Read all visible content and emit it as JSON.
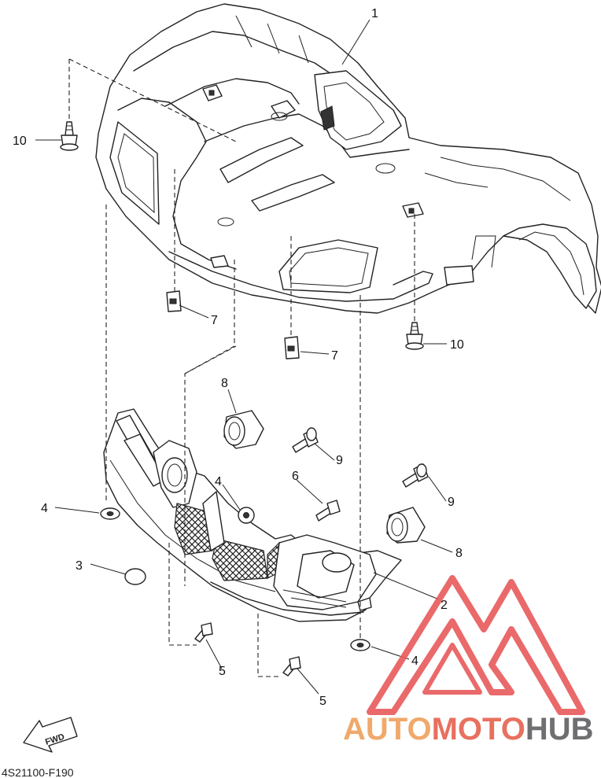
{
  "callouts": [
    "1",
    "2",
    "3",
    "4",
    "4",
    "4",
    "5",
    "5",
    "6",
    "7",
    "7",
    "8",
    "8",
    "9",
    "9",
    "10",
    "10"
  ],
  "fwd_label": "FWD",
  "diagram_code": "4S21100-F190",
  "watermark": {
    "auto": "AUTO",
    "moto": "MOTO",
    "hub": "HUB",
    "colors": {
      "auto": "#f0a96b",
      "moto": "#e8705f",
      "hub": "#6f6f72",
      "logo": "#e8595a"
    }
  }
}
